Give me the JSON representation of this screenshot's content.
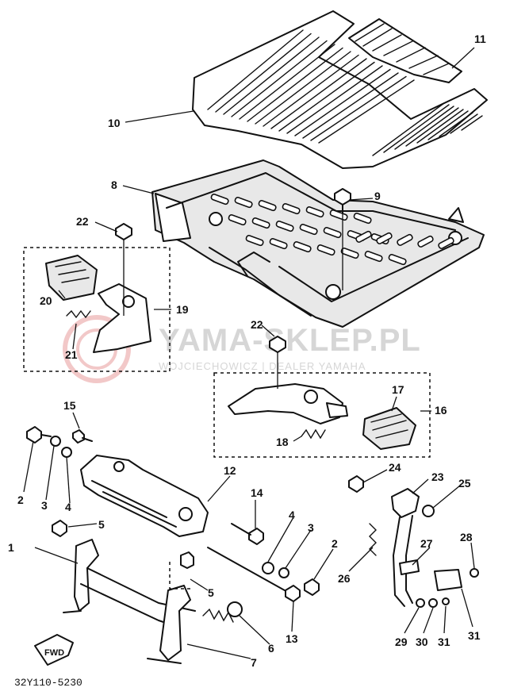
{
  "diagram_code": "32Y110-5230",
  "watermark": {
    "title": "YAMA-SKLEP.PL",
    "subtitle": "WOJCIECHOWICZ | DEALER YAMAHA"
  },
  "direction_label": "FWD",
  "callouts": {
    "c1": "1",
    "c2a": "2",
    "c2b": "2",
    "c3a": "3",
    "c3b": "3",
    "c4a": "4",
    "c4b": "4",
    "c5a": "5",
    "c5b": "5",
    "c6": "6",
    "c7": "7",
    "c8": "8",
    "c9": "9",
    "c10": "10",
    "c11": "11",
    "c12": "12",
    "c13": "13",
    "c14": "14",
    "c15": "15",
    "c16": "16",
    "c17": "17",
    "c18": "18",
    "c19": "19",
    "c20": "20",
    "c21": "21",
    "c22a": "22",
    "c22b": "22",
    "c23": "23",
    "c24": "24",
    "c25": "25",
    "c26": "26",
    "c27": "27",
    "c28": "28",
    "c29": "29",
    "c30": "30",
    "c31a": "31",
    "c31b": "31"
  },
  "colors": {
    "line": "#111111",
    "background": "#ffffff",
    "watermark": "#d6d6d6"
  }
}
